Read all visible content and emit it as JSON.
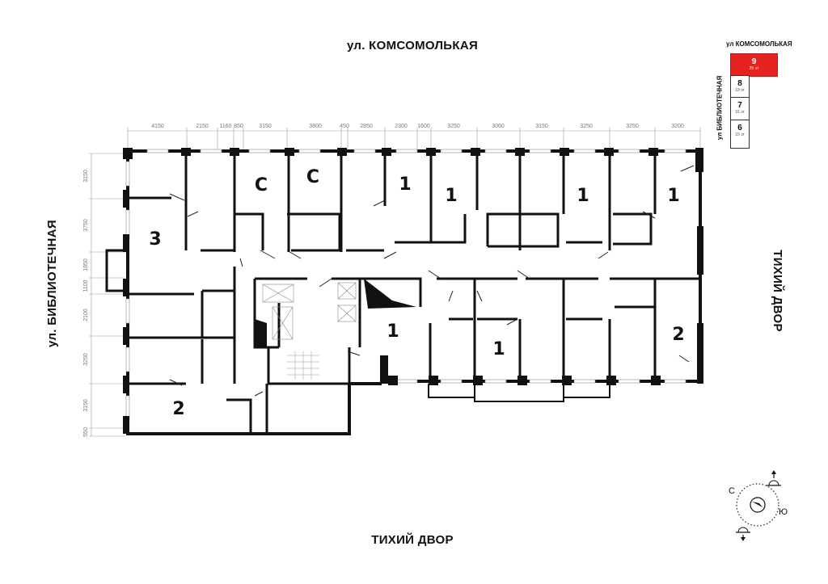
{
  "streets": {
    "top": "ул. КОМСОМОЛЬКАЯ",
    "bottom": "ТИХИЙ ДВОР",
    "left": "ул. БИБЛИОТЕЧНАЯ",
    "right": "ТИХИЙ ДВОР"
  },
  "dimensions": {
    "top": [
      "4150",
      "2150",
      "1160",
      "850",
      "3150",
      "3800",
      "450",
      "2850",
      "2300",
      "1600",
      "3250",
      "3060",
      "3150",
      "3250",
      "3250",
      "3200"
    ],
    "left": [
      "3150",
      "3750",
      "1850",
      "1100",
      "2100",
      "3250",
      "3150",
      "550"
    ]
  },
  "rooms": [
    {
      "label": "3",
      "type": "3-room"
    },
    {
      "label": "С",
      "type": "studio"
    },
    {
      "label": "С",
      "type": "studio"
    },
    {
      "label": "1",
      "type": "1-room"
    },
    {
      "label": "1",
      "type": "1-room"
    },
    {
      "label": "1",
      "type": "1-room"
    },
    {
      "label": "1",
      "type": "1-room"
    },
    {
      "label": "2",
      "type": "2-room"
    },
    {
      "label": "1",
      "type": "1-room"
    },
    {
      "label": "1",
      "type": "1-room"
    },
    {
      "label": "2",
      "type": "2-room"
    }
  ],
  "key_plan": {
    "street_top": "ул КОМСОМОЛЬКАЯ",
    "street_left": "ул БИБЛИОТЕЧНАЯ",
    "sections": [
      {
        "number": "9",
        "floors": "25 эт",
        "active": true
      },
      {
        "number": "8",
        "floors": "19 эт",
        "active": false
      },
      {
        "number": "7",
        "floors": "16 эт",
        "active": false
      },
      {
        "number": "6",
        "floors": "10 эт",
        "active": false
      }
    ],
    "active_color": "#e52420"
  },
  "compass": {
    "north": "С",
    "south": "Ю"
  }
}
